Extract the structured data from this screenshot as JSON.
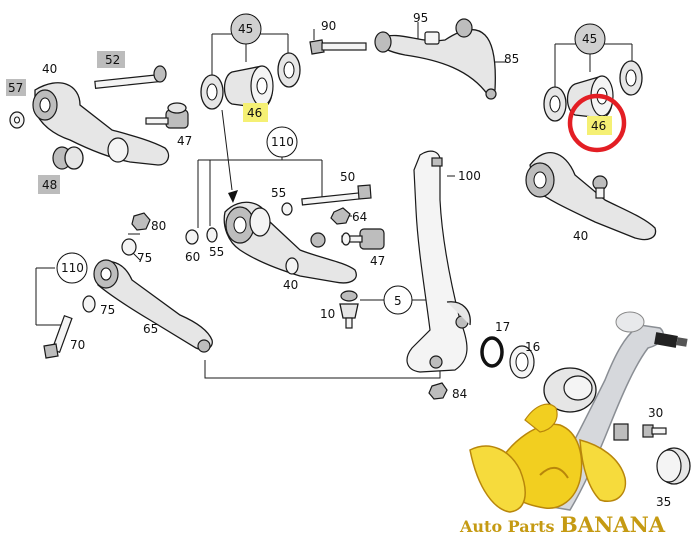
{
  "labels": {
    "l57": "57",
    "l40a": "40",
    "l52": "52",
    "l48": "48",
    "l47a": "47",
    "l45a": "45",
    "l46a": "46",
    "l90": "90",
    "l95": "95",
    "l85": "85",
    "l45b": "45",
    "l46b": "46",
    "l110a": "110",
    "l55a": "55",
    "l50": "50",
    "l100": "100",
    "l80": "80",
    "l75a": "75",
    "l64": "64",
    "l60": "60",
    "l55b": "55",
    "l47b": "47",
    "l40b": "40",
    "l40c": "40",
    "l110b": "110",
    "l75b": "75",
    "l65": "65",
    "l70": "70",
    "l5": "5",
    "l10": "10",
    "l17": "17",
    "l16": "16",
    "l84": "84",
    "l30": "30",
    "l35": "35"
  },
  "watermark": {
    "text_prefix": "Auto Parts ",
    "text_brand": "BANANA"
  },
  "colors": {
    "highlight_yellow": "#f5f074",
    "highlight_grey": "#bcbcbc",
    "circle_red": "#e31e24",
    "banana_yellow": "#f2cf20",
    "banana_dark": "#b8860b",
    "brand_text": "#c59a12"
  }
}
